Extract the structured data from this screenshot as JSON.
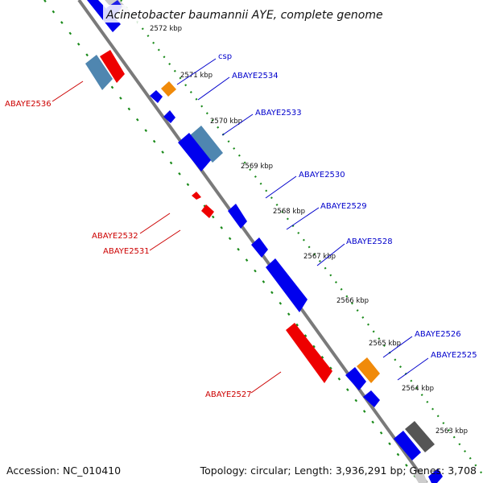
{
  "title": "Acinetobacter baumannii AYE, complete genome",
  "footer": {
    "accession": "Accession: NC_010410",
    "topology": "Topology: circular; Length: 3,936,291 bp; Genes: 3,708"
  },
  "colors": {
    "backbone": "#7a7a7a",
    "gene_blue": "#0000ee",
    "gene_red": "#ee0000",
    "gene_steelblue": "#4f86b0",
    "gene_orange": "#f08a0a",
    "gene_gray": "#555555",
    "gene_lightgray": "#cccccc",
    "dots": "#1a8a1a"
  },
  "ticks": [
    "2572 kbp",
    "2571 kbp",
    "2570 kbp",
    "2569 kbp",
    "2568 kbp",
    "2567 kbp",
    "2566 kbp",
    "2565 kbp",
    "2564 kbp",
    "2563 kbp"
  ],
  "gene_labels": [
    {
      "name": "csp",
      "color": "blue"
    },
    {
      "name": "ABAYE2534",
      "color": "blue"
    },
    {
      "name": "ABAYE2533",
      "color": "blue"
    },
    {
      "name": "ABAYE2530",
      "color": "blue"
    },
    {
      "name": "ABAYE2529",
      "color": "blue"
    },
    {
      "name": "ABAYE2528",
      "color": "blue"
    },
    {
      "name": "ABAYE2526",
      "color": "blue"
    },
    {
      "name": "ABAYE2525",
      "color": "blue"
    },
    {
      "name": "ABAYE2536",
      "color": "red"
    },
    {
      "name": "ABAYE2532",
      "color": "red"
    },
    {
      "name": "ABAYE2531",
      "color": "red"
    },
    {
      "name": "ABAYE2527",
      "color": "red"
    }
  ]
}
